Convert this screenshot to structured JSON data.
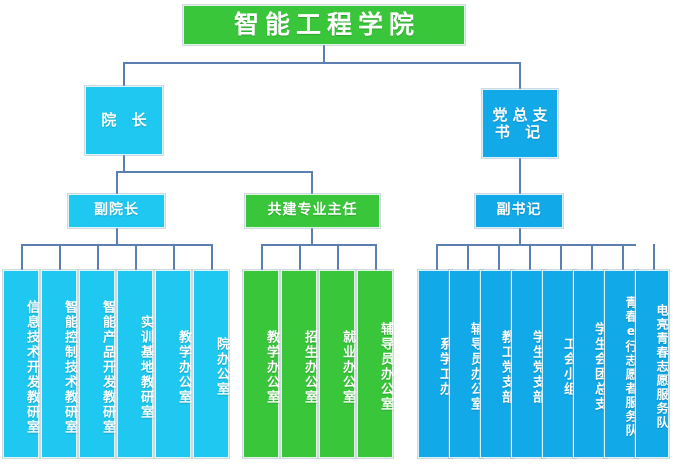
{
  "org_chart": {
    "title": {
      "label": "智能工程学院",
      "color": "#3ac63a"
    },
    "level2": [
      {
        "id": "dean",
        "label": "院 长",
        "color": "#1ec8f0"
      },
      {
        "id": "party-secretary",
        "label": "党总支\n书 记",
        "color": "#12a9e8"
      }
    ],
    "level3": [
      {
        "id": "vice-dean",
        "label": "副院长",
        "color": "#1ec8f0"
      },
      {
        "id": "joint-major-director",
        "label": "共建专业主任",
        "color": "#3ac63a"
      },
      {
        "id": "deputy-secretary",
        "label": "副书记",
        "color": "#12a9e8"
      }
    ],
    "groups": [
      {
        "id": "vice-dean-group",
        "parent": "vice-dean",
        "color": "#1ec8f0",
        "items": [
          {
            "label": "信息技术开发教研室"
          },
          {
            "label": "智能控制技术教研室"
          },
          {
            "label": "智能产品开发教研室"
          },
          {
            "label": "实训基地教研室"
          },
          {
            "label": "教学办公室"
          },
          {
            "label": "院办公室"
          }
        ]
      },
      {
        "id": "joint-major-group",
        "parent": "joint-major-director",
        "color": "#3ac63a",
        "items": [
          {
            "label": "教学办公室"
          },
          {
            "label": "招生办公室"
          },
          {
            "label": "就业办公室"
          },
          {
            "label": "辅导员办公室"
          }
        ]
      },
      {
        "id": "deputy-secretary-group",
        "parent": "deputy-secretary",
        "color": "#12a9e8",
        "items": [
          {
            "label": "系学工办"
          },
          {
            "label": "辅导员办公室"
          },
          {
            "label": "教工党支部"
          },
          {
            "label": "学生党支部"
          },
          {
            "label": "工会小组"
          },
          {
            "label": "学生会团总支"
          },
          {
            "label": "青春e行志愿者服务队"
          },
          {
            "label": "电亮青春志愿服务队"
          }
        ]
      }
    ]
  }
}
